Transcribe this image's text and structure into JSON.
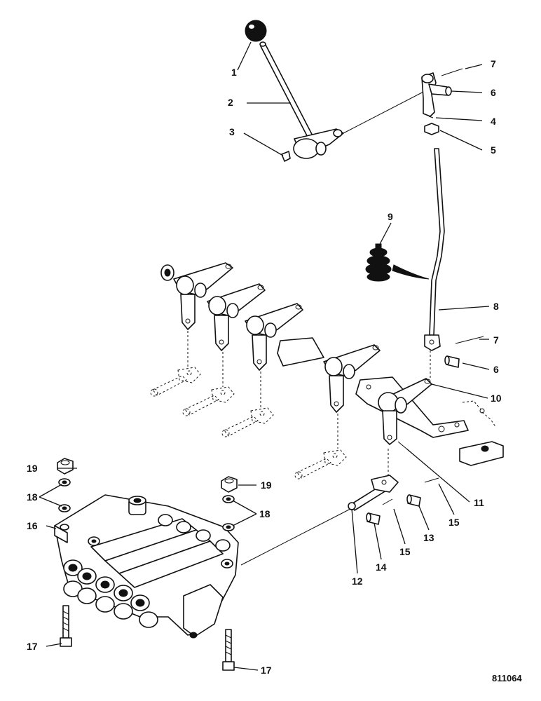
{
  "callouts": [
    "1",
    "2",
    "3",
    "4",
    "5",
    "6",
    "7",
    "8",
    "9",
    "10",
    "11",
    "12",
    "13",
    "14",
    "15",
    "16",
    "17",
    "18",
    "19"
  ],
  "reference_number": "811064"
}
